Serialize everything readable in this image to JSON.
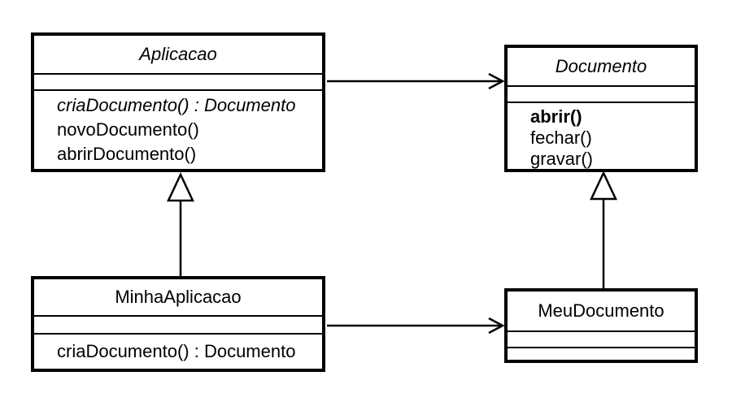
{
  "diagram": {
    "kind": "uml-class-diagram",
    "background_color": "#ffffff",
    "line_color": "#000000",
    "classes": [
      {
        "name": "Aplicacao",
        "abstract": true,
        "attributes": [],
        "methods": [
          {
            "text": "criaDocumento() : Documento",
            "style": "italic"
          },
          {
            "text": "novoDocumento()",
            "style": "normal"
          },
          {
            "text": "abrirDocumento()",
            "style": "normal"
          }
        ]
      },
      {
        "name": "Documento",
        "abstract": true,
        "attributes": [],
        "methods": [
          {
            "text": "abrir()",
            "style": "bold"
          },
          {
            "text": "fechar()",
            "style": "normal"
          },
          {
            "text": "gravar()",
            "style": "normal"
          }
        ]
      },
      {
        "name": "MinhaAplicacao",
        "abstract": false,
        "attributes": [],
        "methods": [
          {
            "text": "criaDocumento() : Documento",
            "style": "normal"
          }
        ]
      },
      {
        "name": "MeuDocumento",
        "abstract": false,
        "attributes": [],
        "methods": []
      }
    ],
    "relationships": [
      {
        "type": "association-arrow",
        "from": "Aplicacao",
        "to": "Documento"
      },
      {
        "type": "association-arrow",
        "from": "MinhaAplicacao",
        "to": "MeuDocumento"
      },
      {
        "type": "generalization",
        "from": "MinhaAplicacao",
        "to": "Aplicacao"
      },
      {
        "type": "generalization",
        "from": "MeuDocumento",
        "to": "Documento"
      }
    ]
  }
}
